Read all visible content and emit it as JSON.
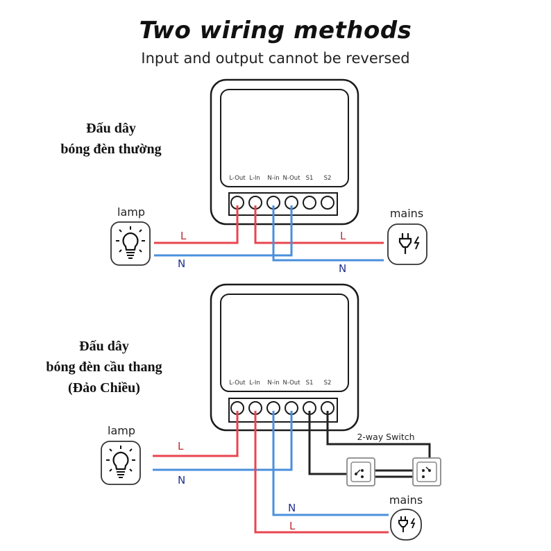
{
  "header": {
    "title": "Two wiring methods",
    "subtitle": "Input and output cannot be reversed"
  },
  "colors": {
    "live_wire": "#e8454f",
    "neutral_wire": "#4a8fdc",
    "switch_wire": "#222222",
    "outline": "#1a1a1a",
    "label_L": "#c0282f",
    "label_N": "#1f2f8f"
  },
  "terminals": [
    "L-Out",
    "L-In",
    "N-in",
    "N-Out",
    "S1",
    "S2"
  ],
  "method1": {
    "caption_line1": "Đấu dây",
    "caption_line2": "bóng đèn thường",
    "lamp_label": "lamp",
    "mains_label": "mains",
    "lamp_L": "L",
    "lamp_N": "N",
    "mains_L": "L",
    "mains_N": "N",
    "lamp_icon": "light-bulb-icon",
    "mains_icon": "power-plug-icon"
  },
  "method2": {
    "caption_line1": "Đấu dây",
    "caption_line2": "bóng đèn cầu thang",
    "caption_line3": "(Đảo Chiều)",
    "lamp_label": "lamp",
    "mains_label": "mains",
    "switch_label": "2-way Switch",
    "lamp_L": "L",
    "lamp_N": "N",
    "mains_L": "L",
    "mains_N": "N",
    "lamp_icon": "light-bulb-icon",
    "mains_icon": "power-plug-icon"
  }
}
